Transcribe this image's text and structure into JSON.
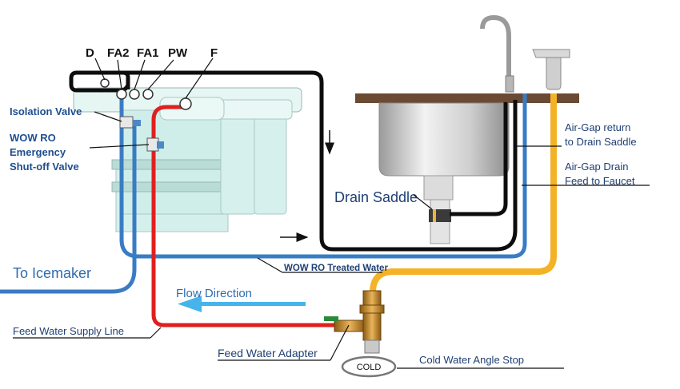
{
  "ports": [
    "D",
    "FA2",
    "FA1",
    "PW",
    "F"
  ],
  "labels": {
    "isolation_valve": "Isolation Valve",
    "emergency_valve": [
      "WOW RO",
      "Emergency",
      "Shut-off Valve"
    ],
    "to_icemaker": "To Icemaker",
    "drain_saddle": "Drain Saddle",
    "airgap_return": [
      "Air-Gap return",
      "to Drain Saddle"
    ],
    "airgap_drain": [
      "Air-Gap Drain",
      "Feed to Faucet"
    ],
    "treated_water": "WOW RO Treated Water",
    "flow_direction": "Flow Direction",
    "feed_supply": "Feed Water Supply Line",
    "feed_adapter": "Feed Water Adapter",
    "cold_stop": "Cold Water Angle Stop",
    "cold": "COLD"
  },
  "colors": {
    "feed_line": "#e0201e",
    "treated_line": "#3a7cc4",
    "drain_line": "#0d0d0d",
    "airgap_feed_line": "#f4b227",
    "flow_arrow": "#46b4ea",
    "label_blue": "#1f4e8c",
    "unit_tint": "#cfeee9",
    "countertop": "#6b4a34"
  }
}
